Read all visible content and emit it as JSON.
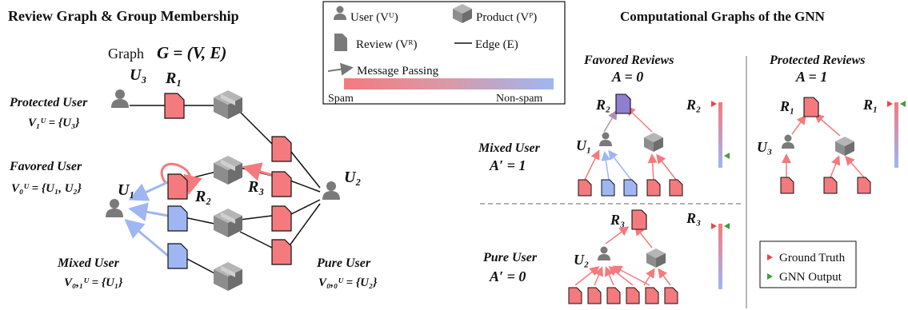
{
  "left_panel": {
    "title": "Review Graph & Group Membership",
    "graph_word": "Graph",
    "graph_formula": "G = (V, E)",
    "nodes": {
      "U3": "U₃",
      "R1": "R₁",
      "U1": "U₁",
      "R2": "R₂",
      "R3": "R₃",
      "U2": "U₂"
    },
    "groups": {
      "protected": {
        "name": "Protected User",
        "set": "V₁ᵁ = {U₃}"
      },
      "favored": {
        "name": "Favored User",
        "set": "V₀ᵁ = {U₁, U₂}"
      },
      "mixed": {
        "name": "Mixed User",
        "set": "V₀,₁ᵁ = {U₁}"
      },
      "pure": {
        "name": "Pure User",
        "set": "V₀,₀ᵁ = {U₂}"
      }
    }
  },
  "legend": {
    "user": "User (Vᵁ)",
    "product": "Product (Vᴾ)",
    "review": "Review (Vᴿ)",
    "edge": "Edge (E)",
    "message": "Message Passing",
    "spam": "Spam",
    "nonspam": "Non-spam",
    "colors": {
      "spam": "#f47a7e",
      "nonspam": "#9fb6f2",
      "node": "#7a7a7a"
    }
  },
  "right_panel": {
    "title": "Computational Graphs of the GNN",
    "favored": {
      "title": "Favored Reviews",
      "a": "A = 0"
    },
    "protected": {
      "title": "Protected Reviews",
      "a": "A = 1"
    },
    "mixed": {
      "name": "Mixed User",
      "a": "A′ = 1"
    },
    "pure": {
      "name": "Pure User",
      "a": "A′ = 0"
    },
    "labels": {
      "R2": "R₂",
      "U1": "U₁",
      "R1": "R₁",
      "U3": "U₃",
      "R3": "R₃",
      "U2": "U₂"
    },
    "bar_labels": {
      "b1": "R₂",
      "b2": "R₁",
      "b3": "R₃"
    },
    "key_ground": "Ground Truth",
    "key_gnn": "GNN Output"
  }
}
